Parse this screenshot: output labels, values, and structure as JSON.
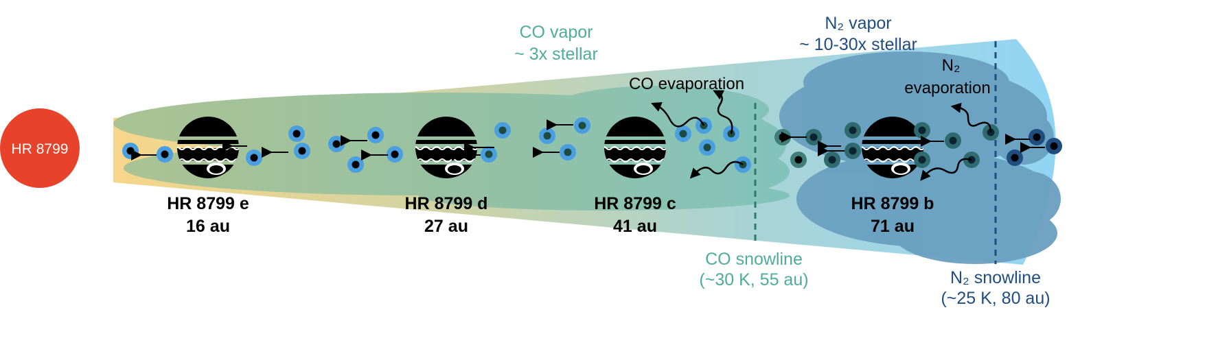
{
  "star": {
    "label": "HR 8799",
    "color": "#e8432a"
  },
  "planets": [
    {
      "name": "HR 8799 e",
      "distance": "16 au"
    },
    {
      "name": "HR 8799 d",
      "distance": "27 au"
    },
    {
      "name": "HR 8799 c",
      "distance": "41 au"
    },
    {
      "name": "HR 8799 b",
      "distance": "71 au"
    }
  ],
  "co_vapor": {
    "line1": "CO vapor",
    "line2": "~ 3x stellar",
    "color": "#4fac9c"
  },
  "n2_vapor": {
    "line1": "N₂ vapor",
    "line2": "~ 10-30x stellar",
    "color": "#1f4d7f"
  },
  "co_evaporation": "CO evaporation",
  "n2_evaporation": {
    "line1": "N₂",
    "line2": "evaporation"
  },
  "co_snowline": {
    "line1": "CO snowline",
    "line2": "(~30 K, 55 au)"
  },
  "n2_snowline": {
    "line1": "N₂ snowline",
    "line2": "(~25 K, 80 au)"
  }
}
